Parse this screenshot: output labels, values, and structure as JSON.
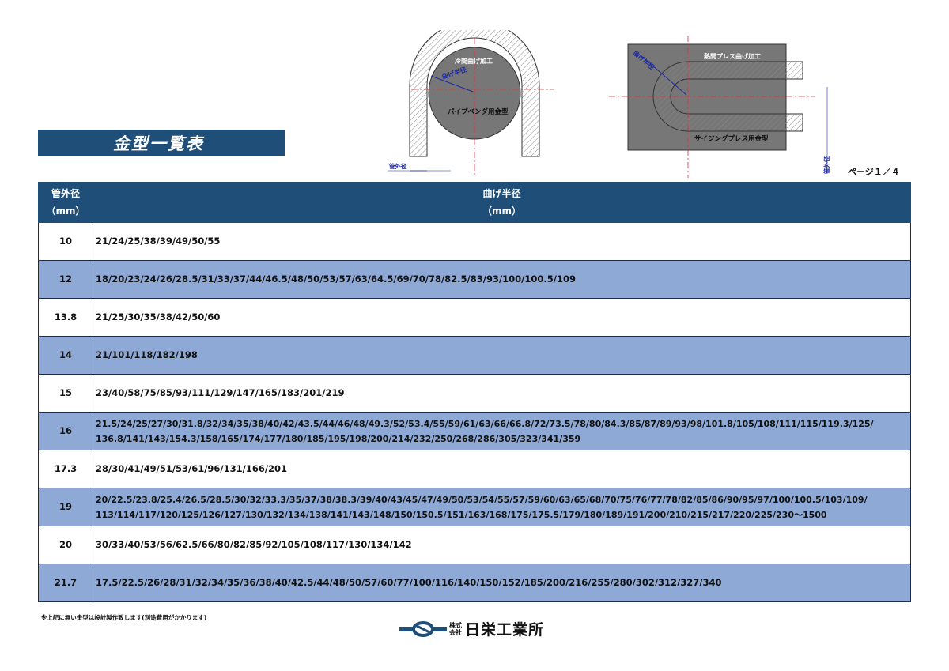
{
  "title": "金型一覧表",
  "page_label": "ページ１／４",
  "diagram_cold": {
    "process": "冷間曲げ加工",
    "radius": "曲げ半径",
    "mold": "パイプベンダ用金型",
    "od": "管外径"
  },
  "diagram_hot": {
    "process": "熱間プレス曲げ加工",
    "radius": "曲げ半径",
    "mold": "サイジングプレス用金型",
    "od": "管外径"
  },
  "table": {
    "header_od_1": "管外径",
    "header_od_2": "（mm）",
    "header_r_1": "曲げ半径",
    "header_r_2": "（mm）",
    "rows": [
      {
        "od": "10",
        "radii": "21/24/25/38/39/49/50/55"
      },
      {
        "od": "12",
        "radii": "18/20/23/24/26/28.5/31/33/37/44/46.5/48/50/53/57/63/64.5/69/70/78/82.5/83/93/100/100.5/109"
      },
      {
        "od": "13.8",
        "radii": "21/25/30/35/38/42/50/60"
      },
      {
        "od": "14",
        "radii": "21/101/118/182/198"
      },
      {
        "od": "15",
        "radii": "23/40/58/75/85/93/111/129/147/165/183/201/219"
      },
      {
        "od": "16",
        "radii_1": "21.5/24/25/27/30/31.8/32/34/35/38/40/42/43.5/44/46/48/49.3/52/53.4/55/59/61/63/66/66.8/72/73.5/78/80/84.3/85/87/89/93/98/101.8/105/108/111/115/119.3/125/",
        "radii_2": "136.8/141/143/154.3/158/165/174/177/180/185/195/198/200/214/232/250/268/286/305/323/341/359"
      },
      {
        "od": "17.3",
        "radii": "28/30/41/49/51/53/61/96/131/166/201"
      },
      {
        "od": "19",
        "radii_1": "20/22.5/23.8/25.4/26.5/28.5/30/32/33.3/35/37/38/38.3/39/40/43/45/47/49/50/53/54/55/57/59/60/63/65/68/70/75/76/77/78/82/85/86/90/95/97/100/100.5/103/109/",
        "radii_2": "113/114/117/120/125/126/127/130/132/134/138/141/143/148/150/150.5/151/163/168/175/175.5/179/180/189/191/200/210/215/217/220/225/230～1500"
      },
      {
        "od": "20",
        "radii": "30/33/40/53/56/62.5/66/80/82/85/92/105/108/117/130/134/142"
      },
      {
        "od": "21.7",
        "radii": "17.5/22.5/26/28/31/32/34/35/36/38/40/42.5/44/48/50/57/60/77/100/116/140/150/152/185/200/216/255/280/302/312/327/340"
      }
    ]
  },
  "footnote": "※上記に無い金型は設計製作致します(別途費用がかかります)",
  "company": {
    "prefix_1": "株式",
    "prefix_2": "会社",
    "name": "日栄工業所"
  },
  "colors": {
    "header": "#1f4e79",
    "row_alt": "#8ea9d5"
  }
}
